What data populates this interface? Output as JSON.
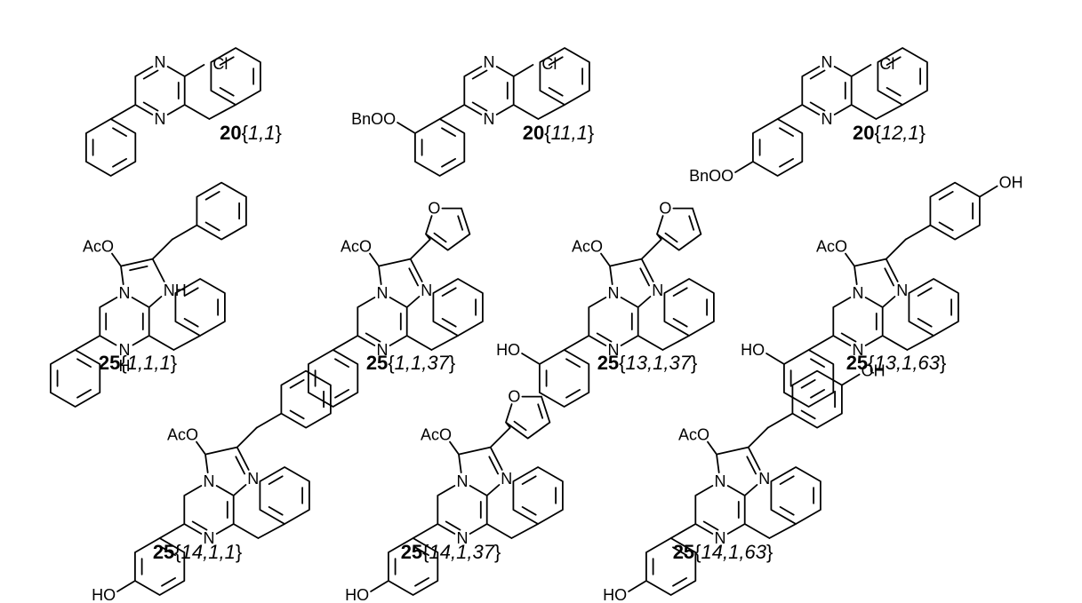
{
  "compounds": [
    {
      "series": "20",
      "index": "1,1",
      "type": "pyrazine",
      "substituent": "",
      "sub_pos": "none",
      "ring_kind": "none"
    },
    {
      "series": "20",
      "index": "11,1",
      "type": "pyrazine",
      "substituent": "BnO",
      "sub_pos": "meta",
      "ring_kind": "none"
    },
    {
      "series": "20",
      "index": "12,1",
      "type": "pyrazine",
      "substituent": "BnO",
      "sub_pos": "para",
      "ring_kind": "none"
    },
    {
      "series": "25",
      "index": "1,1,1",
      "type": "dihydro",
      "substituent": "",
      "sub_pos": "none",
      "ring_kind": "benzyl"
    },
    {
      "series": "25",
      "index": "1,1,37",
      "type": "imidazo",
      "substituent": "",
      "sub_pos": "none",
      "ring_kind": "furyl"
    },
    {
      "series": "25",
      "index": "13,1,37",
      "type": "imidazo",
      "substituent": "HO",
      "sub_pos": "meta",
      "ring_kind": "furyl"
    },
    {
      "series": "25",
      "index": "13,1,63",
      "type": "imidazo",
      "substituent": "HO",
      "sub_pos": "meta",
      "ring_kind": "hydroxybenzyl"
    },
    {
      "series": "25",
      "index": "14,1,1",
      "type": "imidazo",
      "substituent": "HO",
      "sub_pos": "para",
      "ring_kind": "benzyl"
    },
    {
      "series": "25",
      "index": "14,1,37",
      "type": "imidazo",
      "substituent": "HO",
      "sub_pos": "para",
      "ring_kind": "furyl"
    },
    {
      "series": "25",
      "index": "14,1,63",
      "type": "imidazo",
      "substituent": "HO",
      "sub_pos": "para",
      "ring_kind": "hydroxybenzyl"
    }
  ],
  "labels": {
    "N": "N",
    "Cl": "Cl",
    "O": "O",
    "NH": "NH",
    "H": "H",
    "OH": "OH",
    "AcO": "AcO"
  }
}
